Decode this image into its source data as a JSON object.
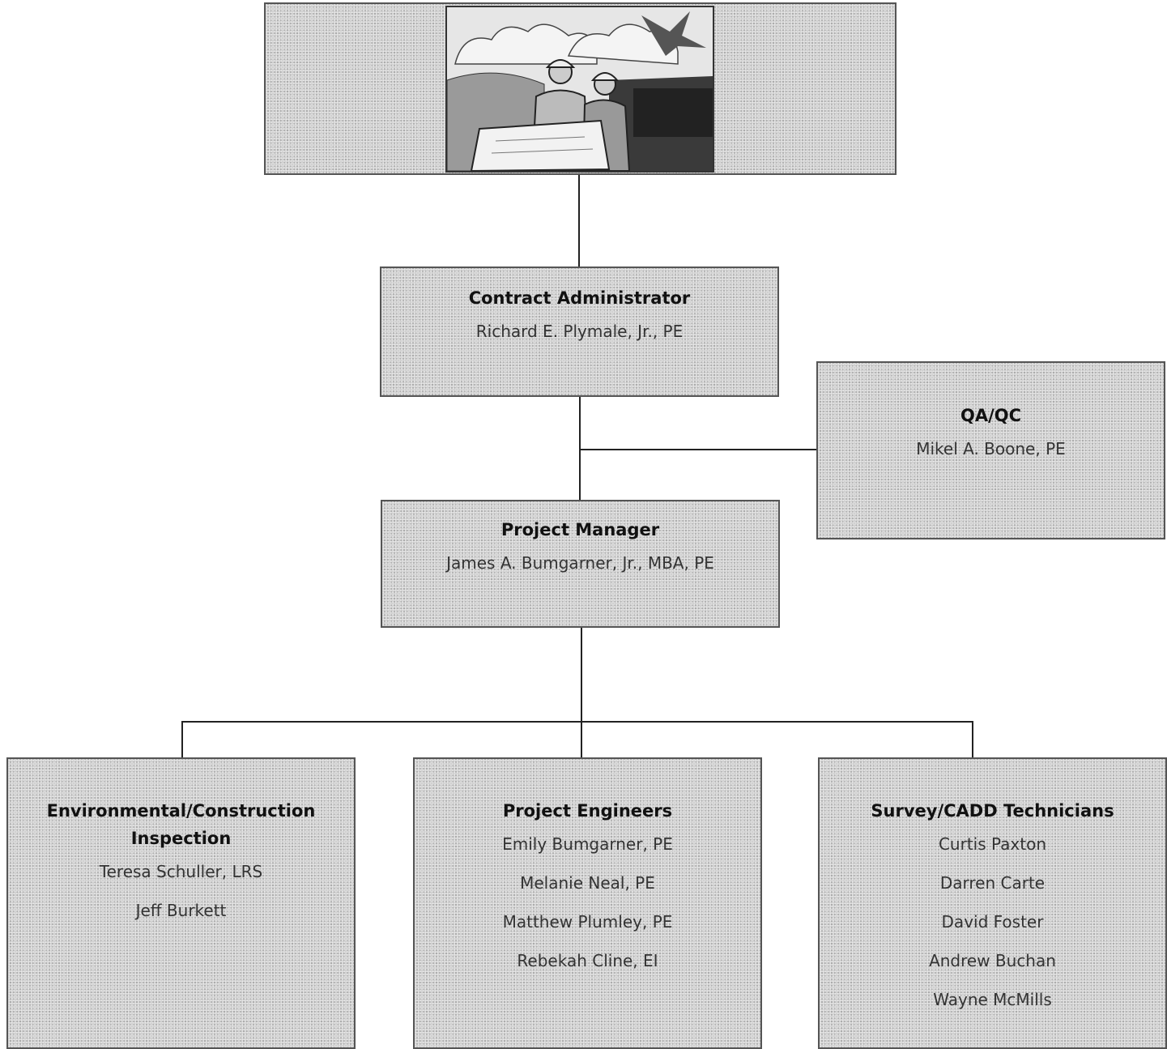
{
  "org_chart": {
    "header_image": "engineers-reviewing-plans-illustration",
    "contract_admin": {
      "title": "Contract Administrator",
      "people": [
        "Richard E. Plymale, Jr., PE"
      ]
    },
    "qaqc": {
      "title": "QA/QC",
      "people": [
        "Mikel A. Boone, PE"
      ]
    },
    "project_manager": {
      "title": "Project Manager",
      "people": [
        "James A. Bumgarner, Jr., MBA, PE"
      ]
    },
    "env_inspection": {
      "title_line1": "Environmental/Construction",
      "title_line2": "Inspection",
      "people": [
        "Teresa Schuller, LRS",
        "Jeff Burkett"
      ]
    },
    "project_engineers": {
      "title": "Project Engineers",
      "people": [
        "Emily Bumgarner, PE",
        "Melanie Neal, PE",
        "Matthew Plumley, PE",
        "Rebekah Cline, EI"
      ]
    },
    "survey_cadd": {
      "title": "Survey/CADD Technicians",
      "people": [
        "Curtis Paxton",
        "Darren Carte",
        "David Foster",
        "Andrew Buchan",
        "Wayne McMills"
      ]
    }
  }
}
